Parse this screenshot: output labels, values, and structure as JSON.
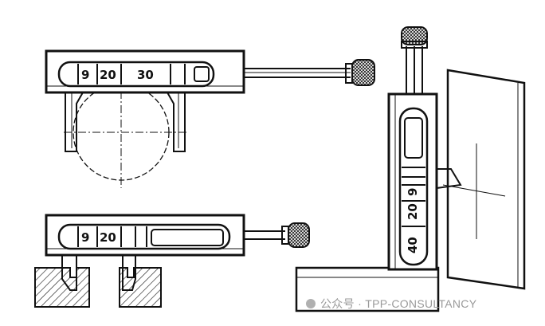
{
  "top_gauge": {
    "scale": [
      "9",
      "20",
      "30"
    ]
  },
  "bottom_gauge": {
    "scale": [
      "9",
      "20"
    ]
  },
  "vertical_gauge": {
    "scale": [
      "9",
      "20",
      "40"
    ]
  },
  "watermark": {
    "text": "公众号 · TPP-CONSULTANCY"
  }
}
